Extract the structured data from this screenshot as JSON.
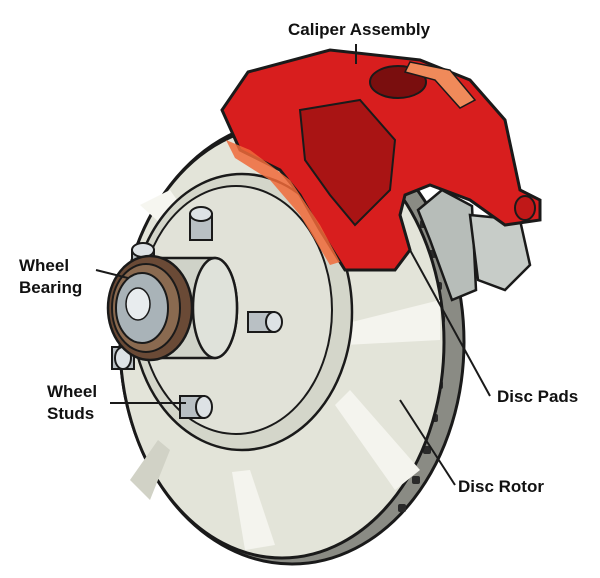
{
  "labels": {
    "caliper_assembly": "Caliper Assembly",
    "wheel_bearing": [
      "Wheel",
      "Bearing"
    ],
    "wheel_studs": [
      "Wheel",
      "Studs"
    ],
    "disc_pads": "Disc Pads",
    "disc_rotor": "Disc Rotor"
  },
  "colors": {
    "caliper": "#d81e1e",
    "caliper_shadow": "#a91414",
    "caliper_highlight": "#f06a3a",
    "rotor_face": "#e3e4d9",
    "rotor_shade": "#bfc1b3",
    "rotor_edge": "#555555",
    "hub": "#cfd2c8",
    "stud": "#b9c0c4",
    "bearing": "#6a4a36",
    "pad": "#b7bdb9",
    "outline": "#1a1a1a"
  }
}
